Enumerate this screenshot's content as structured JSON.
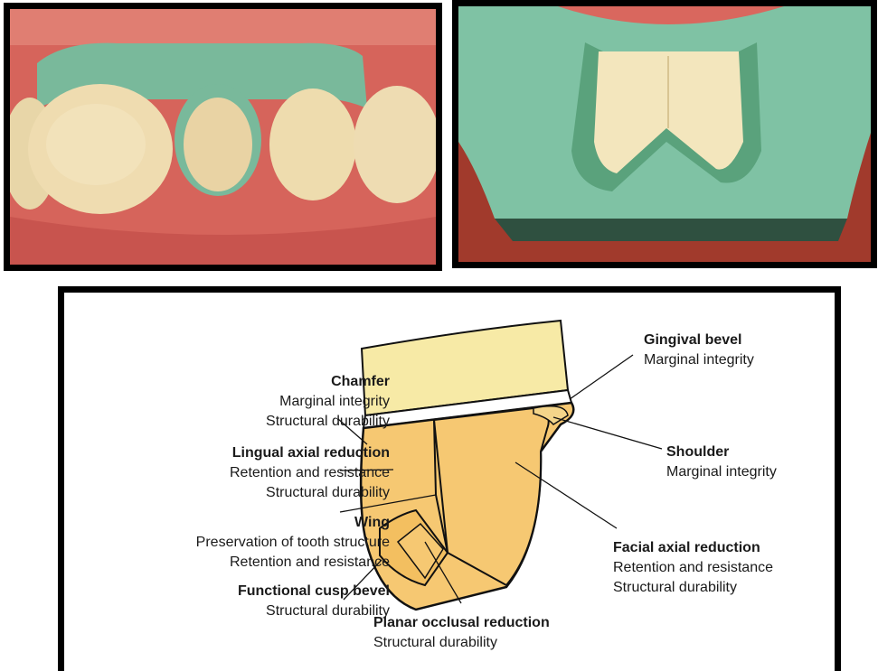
{
  "labels": {
    "chamfer": {
      "title": "Chamfer",
      "lines": [
        "Marginal integrity",
        "Structural durability"
      ]
    },
    "lingual_axial": {
      "title": "Lingual axial reduction",
      "lines": [
        "Retention and resistance",
        "Structural durability"
      ]
    },
    "wing": {
      "title": "Wing",
      "lines": [
        "Preservation of tooth structure",
        "Retention and resistance"
      ]
    },
    "functional_cusp": {
      "title": "Functional cusp bevel",
      "lines": [
        "Structural durability"
      ]
    },
    "gingival_bevel": {
      "title": "Gingival bevel",
      "lines": [
        "Marginal integrity"
      ]
    },
    "shoulder": {
      "title": "Shoulder",
      "lines": [
        "Marginal integrity"
      ]
    },
    "facial_axial": {
      "title": "Facial axial reduction",
      "lines": [
        "Retention and resistance",
        "Structural durability"
      ]
    },
    "planar_occlusal": {
      "title": "Planar occlusal reduction",
      "lines": [
        "Structural durability"
      ]
    }
  },
  "colors": {
    "tooth_crown": "#f7eaa6",
    "prep_surface": "#f6c872",
    "die_stone": "#79b99b",
    "gingiva": "#d9675e"
  }
}
